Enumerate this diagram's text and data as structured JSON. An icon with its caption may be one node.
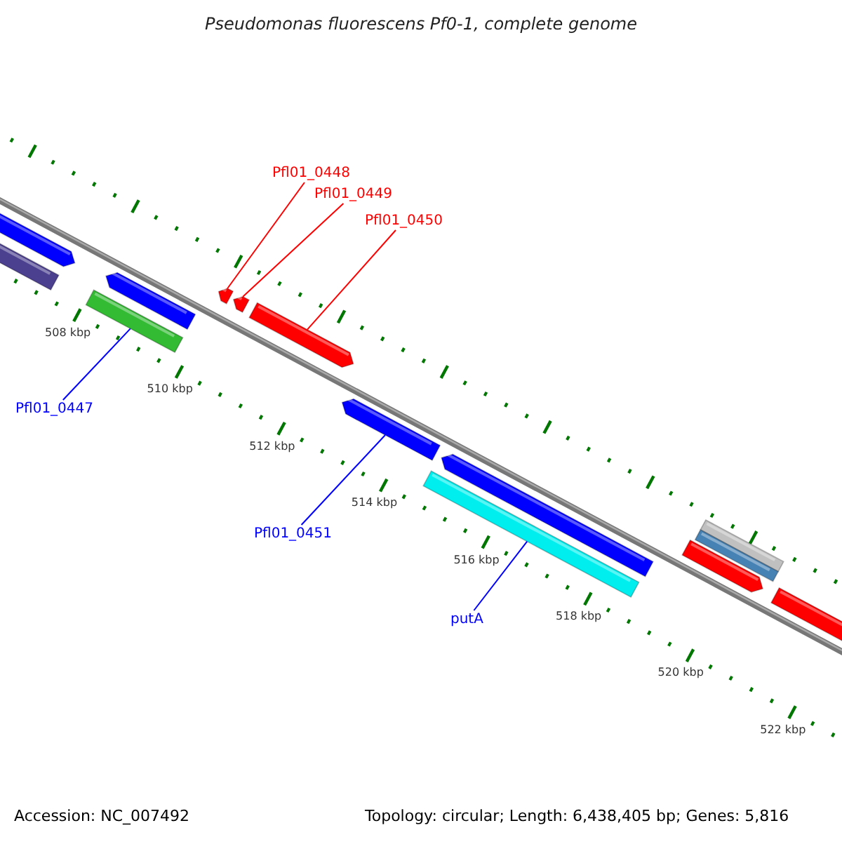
{
  "diagram": {
    "title": "Pseudomonas fluorescens Pf0-1, complete genome",
    "nodes": [
      {
        "text": [
          "Pfl01_0448"
        ]
      },
      {
        "text": [],
        "shape": "arrow"
      },
      {
        "text": [
          "Pfl01_0449"
        ]
      },
      {
        "text": [],
        "shape": "arrow"
      },
      {
        "text": [
          "Pfl01_0450"
        ]
      },
      {
        "text": [],
        "shape": "arrow"
      },
      {
        "text": [
          "Pfl01_0447"
        ]
      },
      {
        "text": [],
        "shape": "bar"
      },
      {
        "text": [
          "Pfl01_0451"
        ]
      },
      {
        "text": [],
        "shape": "arrow"
      },
      {
        "text": [
          "putA"
        ]
      },
      {
        "text": [],
        "shape": "bar"
      }
    ],
    "edges": [
      {
        "from": 0,
        "to": 1,
        "arrow": "none",
        "color": "#ff0000"
      },
      {
        "from": 2,
        "to": 3,
        "arrow": "none",
        "color": "#ff0000"
      },
      {
        "from": 4,
        "to": 5,
        "arrow": "none",
        "color": "#ff0000"
      },
      {
        "from": 6,
        "to": 7,
        "arrow": "none",
        "color": "#0000ff"
      },
      {
        "from": 8,
        "to": 9,
        "arrow": "none",
        "color": "#0000ff"
      },
      {
        "from": 10,
        "to": 11,
        "arrow": "none",
        "color": "#0000ff"
      }
    ],
    "labels": [
      "508 kbp",
      "510 kbp",
      "512 kbp",
      "514 kbp",
      "516 kbp",
      "518 kbp",
      "520 kbp",
      "522 kbp",
      "Accession: NC_007492",
      "Topology: circular; Length: 6,438,405 bp; Genes: 5,816"
    ]
  }
}
